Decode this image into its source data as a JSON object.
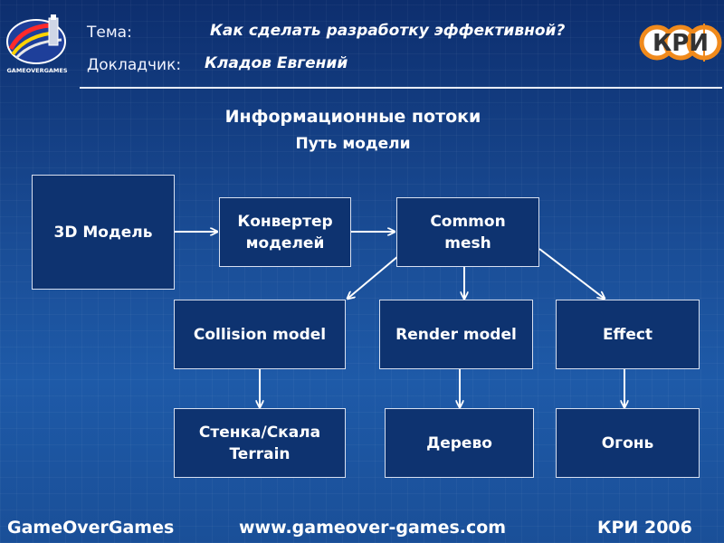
{
  "header": {
    "topic_label": "Тема:",
    "topic_value": "Как сделать разработку эффективной?",
    "speaker_label": "Докладчик:",
    "speaker_value": "Кладов Евгений",
    "left_logo_text": "GAMEOVERGAMES",
    "right_logo_text": "КРИ"
  },
  "diagram": {
    "title": "Информационные потоки",
    "subtitle": "Путь модели",
    "nodes": {
      "model_3d": "3D Модель",
      "converter": "Конвертер\nмоделей",
      "common_mesh": "Common\nmesh",
      "collision": "Collision model",
      "render": "Render model",
      "effect": "Effect",
      "wall": "Стенка/Скала\nTerrain",
      "tree": "Дерево",
      "fire": "Огонь"
    }
  },
  "footer": {
    "left": "GameOverGames",
    "center": "www.gameover-games.com",
    "right": "КРИ 2006"
  },
  "colors": {
    "background": "#1a4d96",
    "node_fill": "#0e3370",
    "node_border": "#d8e0f0",
    "text": "#ffffff"
  }
}
